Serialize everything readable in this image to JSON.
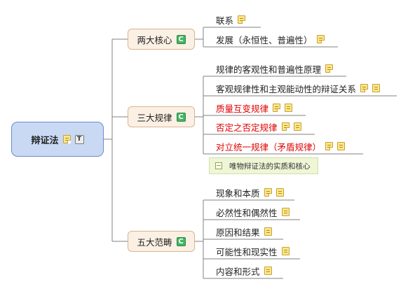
{
  "root": {
    "label": "辩证法",
    "icons": [
      "note-icon",
      "text-icon"
    ]
  },
  "branches": [
    {
      "label": "两大核心",
      "icon": "c-icon",
      "children": [
        {
          "label": "联系",
          "red": false,
          "notes": 1
        },
        {
          "label": "发展（永恒性、普遍性）",
          "red": false,
          "notes": 1
        }
      ]
    },
    {
      "label": "三大规律",
      "icon": "c-icon",
      "children": [
        {
          "label": "规律的客观性和普遍性原理",
          "red": false,
          "notes": 1
        },
        {
          "label": "客观规律性和主观能动性的辩证关系",
          "red": false,
          "notes": 2
        },
        {
          "label": "质量互变规律",
          "red": true,
          "notes": 2
        },
        {
          "label": "否定之否定规律",
          "red": true,
          "notes": 2
        },
        {
          "label": "对立统一规律（矛盾规律）",
          "red": true,
          "notes": 2
        }
      ],
      "callout": "唯物辩证法的实质和核心"
    },
    {
      "label": "五大范畴",
      "icon": "c-icon",
      "children": [
        {
          "label": "现象和本质",
          "red": false,
          "notes": 2
        },
        {
          "label": "必然性和偶然性",
          "red": false,
          "notes": 1
        },
        {
          "label": "原因和结果",
          "red": false,
          "notes": 1
        },
        {
          "label": "可能性和现实性",
          "red": false,
          "notes": 1
        },
        {
          "label": "内容和形式",
          "red": false,
          "notes": 1
        }
      ]
    }
  ],
  "colors": {
    "root_fill": "#c9d9f4",
    "branch_fill": "#fbf0e4",
    "red_text": "#e00000",
    "callout_fill": "#eef6d6",
    "line": "#808080"
  }
}
